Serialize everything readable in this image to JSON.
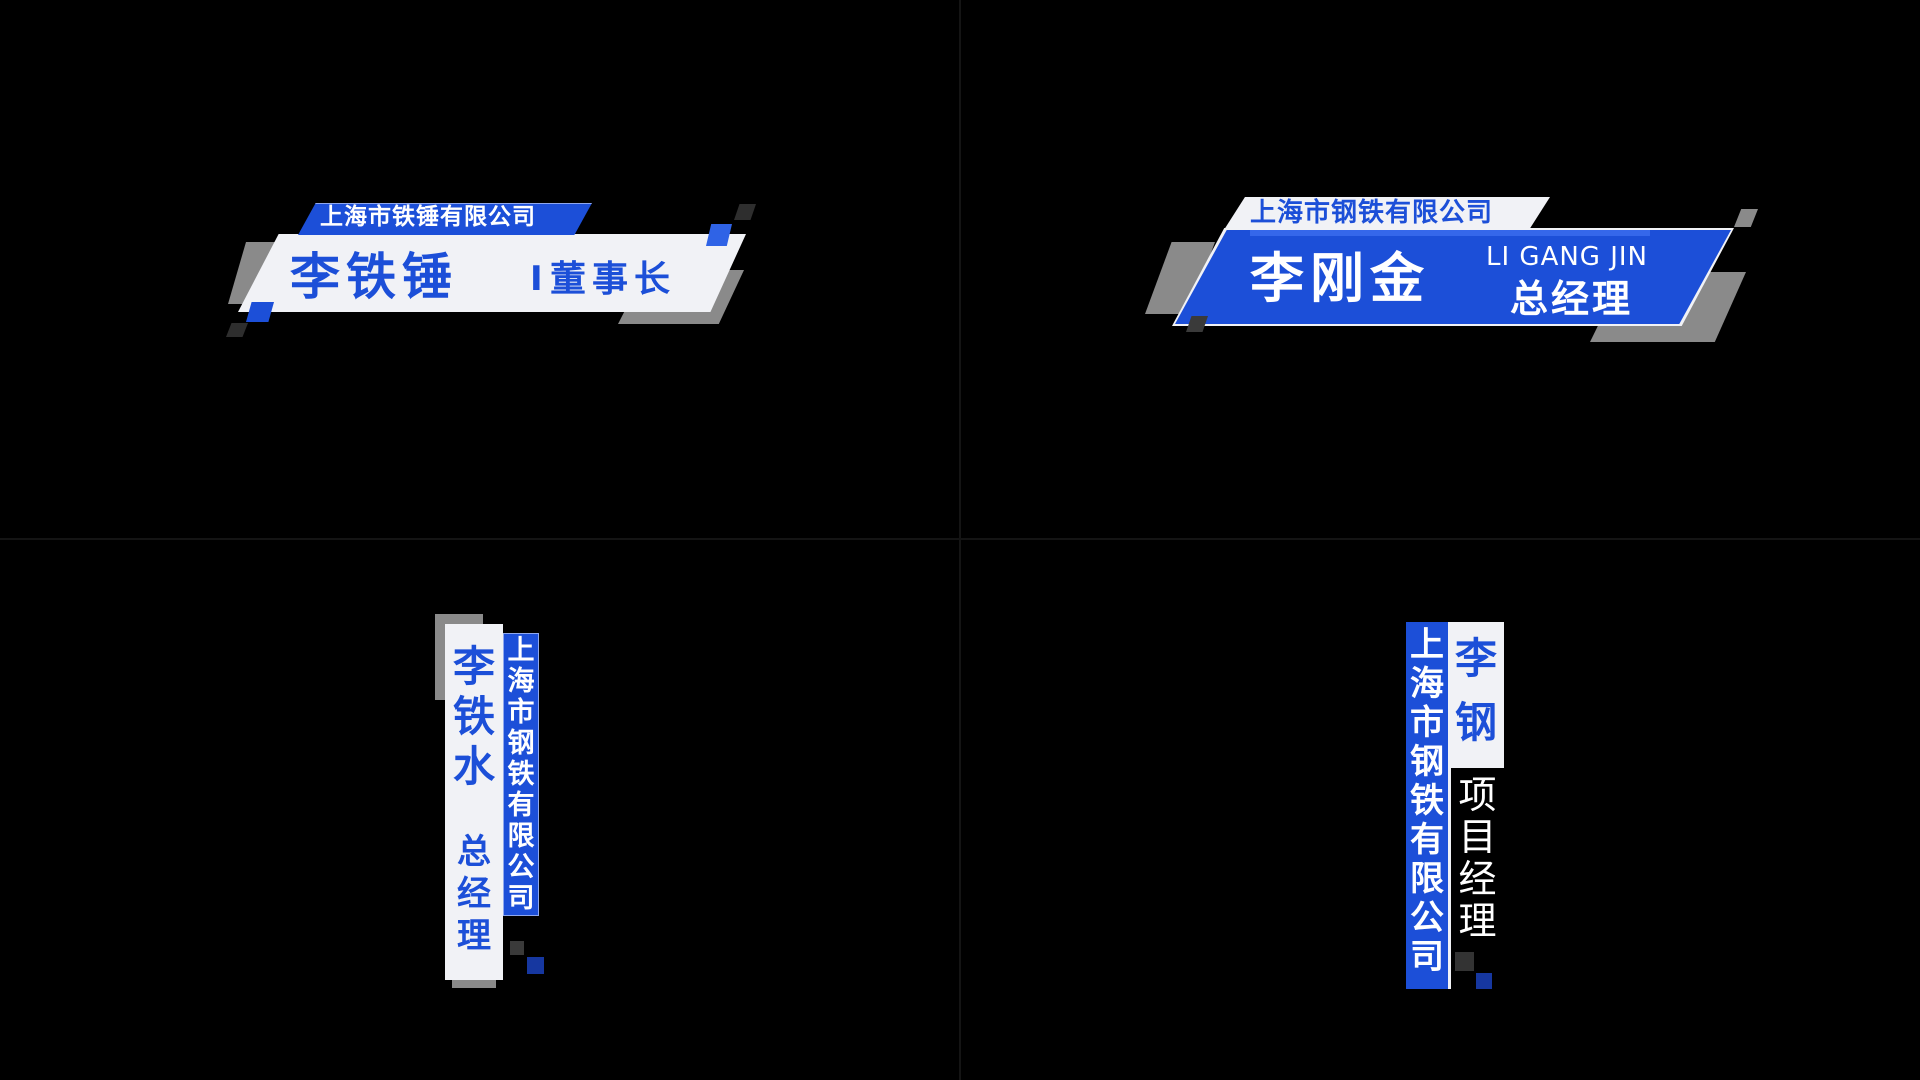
{
  "colors": {
    "background": "#000000",
    "blue": "#1c4fd8",
    "blue_light": "#2f63e6",
    "white_panel": "#f1f2f6",
    "gray": "#8a8a8a",
    "dark_square": "#2e2e2e",
    "divider": "#141414",
    "navy_square": "#1637a0"
  },
  "panels": [
    {
      "company": "上海市铁锤有限公司",
      "name": "李铁锤",
      "title_bar": "I",
      "title": "董事长"
    },
    {
      "company": "上海市钢铁有限公司",
      "name": "李刚金",
      "pinyin": "LI GANG JIN",
      "title": "总经理"
    },
    {
      "company": [
        "上",
        "海",
        "市",
        "钢",
        "铁",
        "有",
        "限",
        "公",
        "司"
      ],
      "name": [
        "李",
        "铁",
        "水"
      ],
      "title": [
        "总",
        "经",
        "理"
      ]
    },
    {
      "company": [
        "上",
        "海",
        "市",
        "钢",
        "铁",
        "有",
        "限",
        "公",
        "司"
      ],
      "name": [
        "李",
        "钢"
      ],
      "title": [
        "项",
        "目",
        "经",
        "理"
      ]
    }
  ]
}
